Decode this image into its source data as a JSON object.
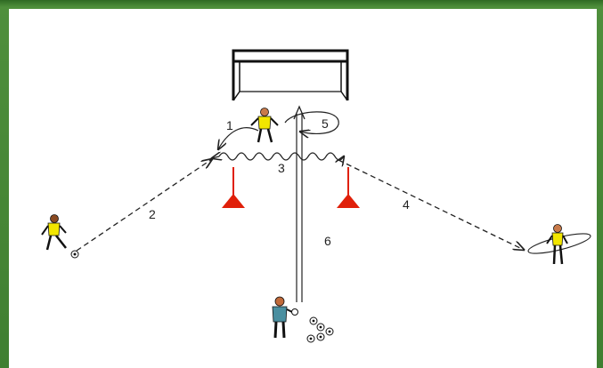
{
  "diagram": {
    "labels": {
      "step1": "1",
      "step2": "2",
      "step3": "3",
      "step4": "4",
      "step5": "5",
      "step6": "6"
    },
    "colors": {
      "frame": "#3d7a2e",
      "board": "#ffffff",
      "jersey": "#f2e600",
      "coach": "#4a8fa0",
      "cone": "#e0200a",
      "line": "#222222"
    },
    "elements": [
      "goal",
      "goalkeeper",
      "cone-left",
      "cone-right",
      "player-left-with-ball",
      "player-right",
      "coach-with-balls"
    ]
  }
}
